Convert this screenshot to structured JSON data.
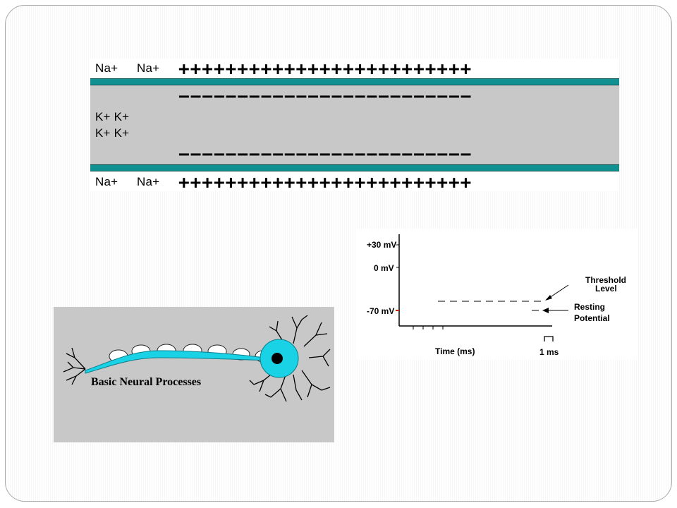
{
  "axon": {
    "outside_top_left": "Na+",
    "outside_top_right": "Na+",
    "outside_bottom_left": "Na+",
    "outside_bottom_right": "Na+",
    "inside_line1": "K+ K+",
    "inside_line2": "K+ K+",
    "plus_charges": "+++++++++++++++++++++++++",
    "minus_charges": "−−−−−−−−−−−−−−−−−−−−−−−−−"
  },
  "neuron": {
    "caption": "Basic Neural Processes"
  },
  "graph": {
    "y_label_high": "+30 mV",
    "y_label_zero": "0 mV",
    "y_label_low": "-70 mV",
    "threshold_line1": "Threshold",
    "threshold_line2": "Level",
    "resting_line1": "Resting",
    "resting_line2": "Potential",
    "x_label": "Time (ms)",
    "scale_label": "1 ms"
  },
  "colors": {
    "membrane": "#109090",
    "neuron_fill": "#19d2e6",
    "lumen": "#c8c8c8",
    "tick_red": "#cc2200"
  }
}
